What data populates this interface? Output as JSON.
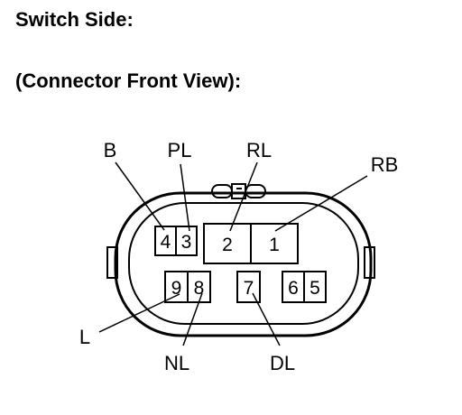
{
  "header": {
    "title": "Switch Side:",
    "subtitle": "(Connector Front View):"
  },
  "connector": {
    "pins": [
      {
        "number": "4"
      },
      {
        "number": "3"
      },
      {
        "number": "2"
      },
      {
        "number": "1"
      },
      {
        "number": "9"
      },
      {
        "number": "8"
      },
      {
        "number": "7"
      },
      {
        "number": "6"
      },
      {
        "number": "5"
      }
    ],
    "labels": {
      "B": "B",
      "PL": "PL",
      "RL": "RL",
      "RB": "RB",
      "L": "L",
      "NL": "NL",
      "DL": "DL"
    },
    "line_color": "#000000",
    "background": "#ffffff"
  }
}
